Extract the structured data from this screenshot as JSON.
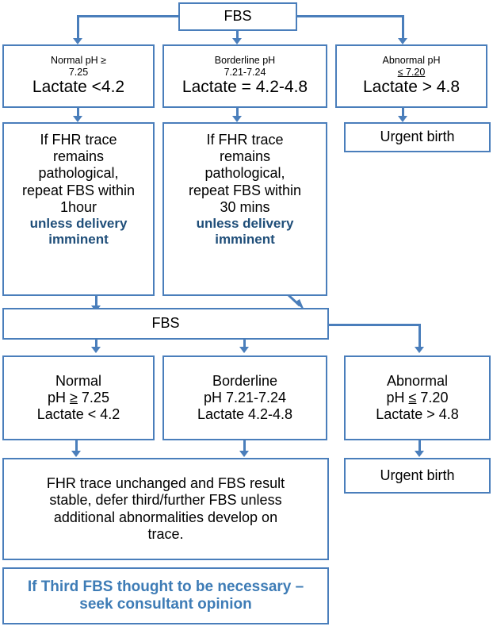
{
  "title": "FBS / Fetal Blood Sampling decision flowchart",
  "colors": {
    "box_border": "#4A7EBB",
    "connector": "#4A7EBB",
    "emphasis_text": "#1F4E79",
    "accent_text": "#3E7CB6",
    "body_text": "#000000",
    "background": "#FFFFFF"
  },
  "stage1": {
    "root": {
      "label": "FBS"
    },
    "normal": {
      "line1": "Normal  pH ≥",
      "line2": "7.25",
      "line3": "Lactate <4.2"
    },
    "borderline": {
      "line1": "Borderline pH",
      "line2": "7.21-7.24",
      "line3": "Lactate = 4.2-4.8"
    },
    "abnormal": {
      "line1": "Abnormal pH",
      "line2": "≤ 7.20",
      "line3": "Lactate > 4.8"
    }
  },
  "stage2": {
    "normal_action": {
      "line1": "If FHR trace",
      "line2": "remains",
      "line3": "pathological,",
      "line4": "repeat FBS within",
      "line5": "1hour",
      "emphasis1": "unless delivery",
      "emphasis2": "imminent"
    },
    "borderline_action": {
      "line1": "If FHR trace",
      "line2": "remains",
      "line3": "pathological,",
      "line4": "repeat FBS within",
      "line5": "30 mins",
      "emphasis1": "unless delivery",
      "emphasis2": "imminent"
    },
    "abnormal_action": {
      "label": "Urgent birth"
    }
  },
  "stage3": {
    "root": {
      "label": "FBS"
    },
    "normal": {
      "line1": "Normal",
      "line2_prefix": "pH ",
      "line2_symbol": "≥",
      "line2_suffix": " 7.25",
      "line3": "Lactate < 4.2"
    },
    "borderline": {
      "line1": "Borderline",
      "line2": "pH 7.21-7.24",
      "line3": "Lactate 4.2-4.8"
    },
    "abnormal": {
      "line1": "Abnormal",
      "line2_prefix": "pH ",
      "line2_symbol": "≤",
      "line2_suffix": " 7.20",
      "line3": "Lactate > 4.8"
    }
  },
  "stage4": {
    "defer_box": {
      "line1": "FHR trace unchanged and FBS result",
      "line2": "stable, defer third/further FBS unless",
      "line3": "additional abnormalities develop on",
      "line4": "trace."
    },
    "abnormal_action": {
      "label": "Urgent birth"
    },
    "consultant_box": {
      "line1": "If Third FBS thought to be necessary –",
      "line2": "seek consultant opinion"
    }
  }
}
